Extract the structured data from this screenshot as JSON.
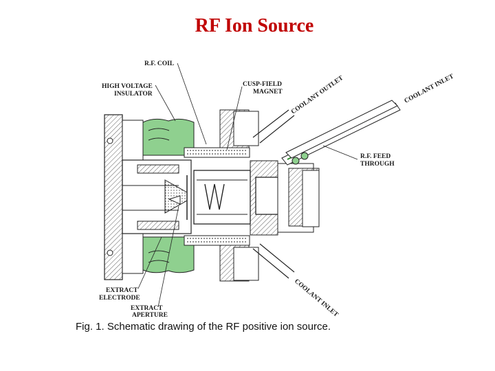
{
  "title": "RF Ion Source",
  "caption": "Fig. 1. Schematic drawing of the RF positive ion source.",
  "labels": {
    "rf_coil": "R.F. COIL",
    "hv_insulator_1": "HIGH VOLTAGE",
    "hv_insulator_2": "INSULATOR",
    "cusp_magnet_1": "CUSP-FIELD",
    "cusp_magnet_2": "MAGNET",
    "coolant_outlet": "COOLANT OUTLET",
    "coolant_inlet_top": "COOLANT INLET",
    "rf_feedthrough_1": "R.F. FEED",
    "rf_feedthrough_2": "THROUGH",
    "extract_electrode_1": "EXTRACT",
    "extract_electrode_2": "ELECTRODE",
    "extract_aperture_1": "EXTRACT",
    "extract_aperture_2": "APERTURE",
    "coolant_inlet_bottom": "COOLANT INLET"
  },
  "colors": {
    "title": "#c00000",
    "insulator": "#8fd08f",
    "line": "#222222",
    "rf_line_green": "#2e8b2e"
  }
}
